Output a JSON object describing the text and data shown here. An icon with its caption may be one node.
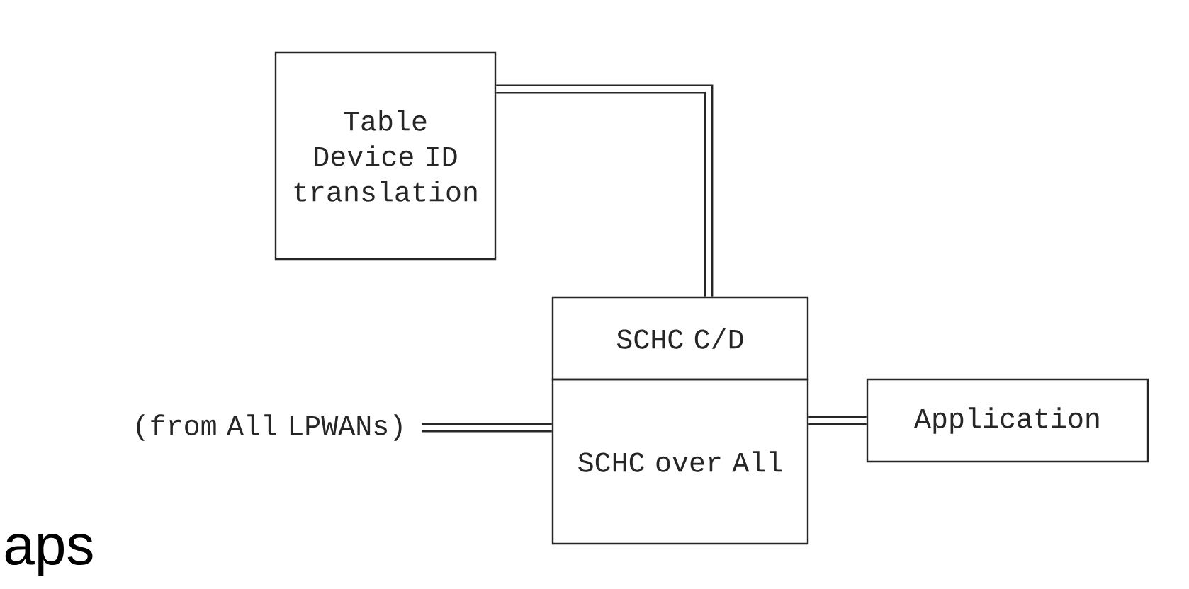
{
  "diagram": {
    "nodes": [
      {
        "text": [
          "Table Device ID translation"
        ]
      },
      {
        "text": [
          "SCHC C/D"
        ]
      },
      {
        "text": [
          "SCHC over All"
        ]
      },
      {
        "text": [
          "Application"
        ]
      },
      {
        "text": [
          "(from All LPWANs)"
        ]
      }
    ],
    "edges": [
      {
        "from": 0,
        "to": 1,
        "arrow": "none"
      },
      {
        "from": 4,
        "to": 2,
        "arrow": "none"
      },
      {
        "from": 2,
        "to": 3,
        "arrow": "none"
      }
    ],
    "labels": [
      "aps"
    ]
  }
}
